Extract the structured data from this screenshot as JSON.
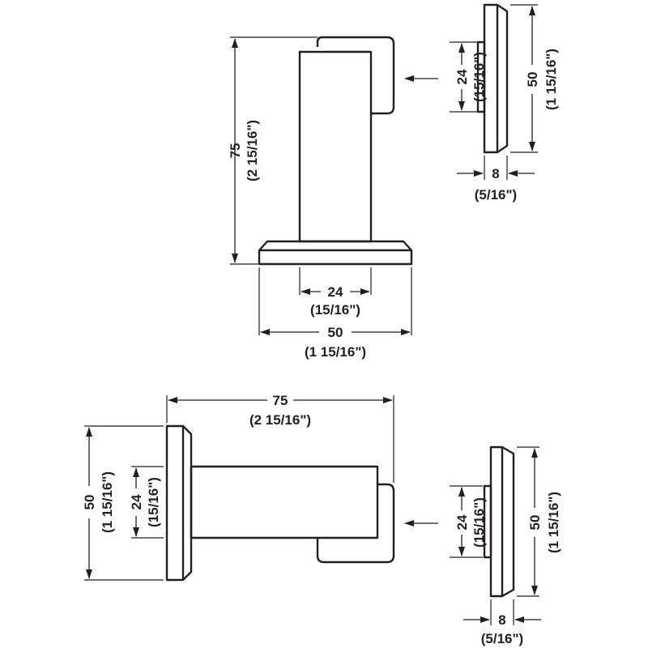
{
  "top_view": {
    "height_dim": {
      "value": "75",
      "imperial": "(2 15/16\")"
    },
    "base_width_dim": {
      "value": "50",
      "imperial": "(1 15/16\")"
    },
    "post_width_dim": {
      "value": "24",
      "imperial": "(15/16\")"
    },
    "side_height_dim": {
      "value": "50",
      "imperial": "(1 15/16\")"
    },
    "side_post_dim": {
      "value": "24",
      "imperial": "(15/16\")"
    },
    "side_thickness_dim": {
      "value": "8",
      "imperial": "(5/16\")"
    }
  },
  "bottom_view": {
    "length_dim": {
      "value": "75",
      "imperial": "(2 15/16\")"
    },
    "base_height_dim": {
      "value": "50",
      "imperial": "(1 15/16\")"
    },
    "post_height_dim": {
      "value": "24",
      "imperial": "(15/16\")"
    },
    "side_height_dim": {
      "value": "50",
      "imperial": "(1 15/16\")"
    },
    "side_post_dim": {
      "value": "24",
      "imperial": "(15/16\")"
    },
    "side_thickness_dim": {
      "value": "8",
      "imperial": "(5/16\")"
    }
  }
}
